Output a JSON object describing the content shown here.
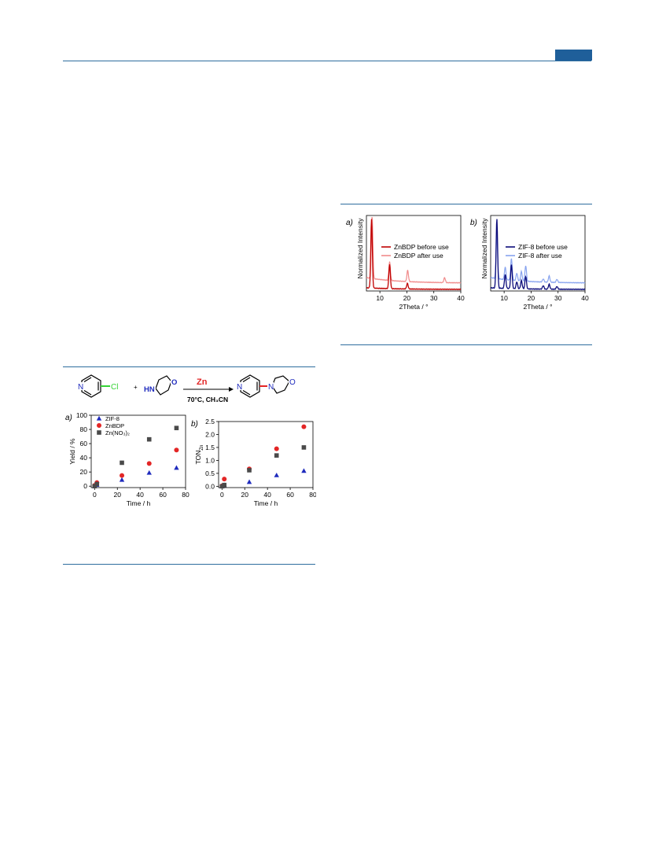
{
  "colors": {
    "accent": "#1f5f9a",
    "rule": "#2e6d9e",
    "red": "#e32626",
    "blue": "#1f2bbd",
    "gray": "#4a4a4a",
    "lightred": "#f08a8a",
    "lightblue": "#88a4ef",
    "darkred": "#c00000",
    "darkblue": "#0b0b7a",
    "green": "#35d335"
  },
  "scheme": {
    "reactant1_N": "N",
    "reactant1_Cl": "Cl",
    "plus": "+",
    "reactant2_HN": "HN",
    "reactant2_O": "O",
    "catalyst": "Zn",
    "conditions": "70°C, CH₃CN",
    "product_N1": "N",
    "product_N2": "N",
    "product_O": "O"
  },
  "chart_data": [
    {
      "panel": "a)",
      "type": "scatter",
      "xlabel": "Time / h",
      "ylabel": "Yield / %",
      "xlim": [
        -3,
        80
      ],
      "ylim": [
        -2,
        100
      ],
      "xticks": [
        "0",
        "20",
        "40",
        "60",
        "80"
      ],
      "yticks": [
        "0",
        "20",
        "40",
        "60",
        "80",
        "100"
      ],
      "legend_position": "top-left",
      "series": [
        {
          "name": "ZIF-8",
          "marker": "triangle",
          "color": "#1f2bbd",
          "x": [
            0,
            2,
            24,
            48,
            72
          ],
          "y": [
            0,
            2,
            9,
            19,
            26
          ]
        },
        {
          "name": "ZnBDP",
          "marker": "circle",
          "color": "#e32626",
          "x": [
            0,
            2,
            24,
            48,
            72
          ],
          "y": [
            1,
            5,
            15,
            32,
            51
          ]
        },
        {
          "name": "Zn(NO₃)₂",
          "marker": "square",
          "color": "#4a4a4a",
          "x": [
            0,
            2,
            24,
            48,
            72
          ],
          "y": [
            0,
            3,
            33,
            66,
            82
          ]
        }
      ]
    },
    {
      "panel": "b)",
      "type": "scatter",
      "xlabel": "Time / h",
      "ylabel": "TON",
      "ylabel_sub": "Zn",
      "xlim": [
        -3,
        80
      ],
      "ylim": [
        -0.05,
        2.5
      ],
      "xticks": [
        "0",
        "20",
        "40",
        "60",
        "80"
      ],
      "yticks": [
        "0.0",
        "0.5",
        "1.0",
        "1.5",
        "2.0",
        "2.5"
      ],
      "series": [
        {
          "marker": "triangle",
          "color": "#1f2bbd",
          "x": [
            0,
            2,
            24,
            48,
            72
          ],
          "y": [
            0.0,
            0.05,
            0.17,
            0.43,
            0.6
          ]
        },
        {
          "marker": "circle",
          "color": "#e32626",
          "x": [
            0,
            2,
            24,
            48,
            72
          ],
          "y": [
            0.02,
            0.28,
            0.67,
            1.45,
            2.3
          ]
        },
        {
          "marker": "square",
          "color": "#4a4a4a",
          "x": [
            0,
            2,
            24,
            48,
            72
          ],
          "y": [
            0.0,
            0.05,
            0.62,
            1.19,
            1.5
          ]
        }
      ]
    },
    {
      "panel": "a)",
      "type": "line",
      "xlabel": "2Theta / °",
      "ylabel": "Normalized Intensity",
      "xlim": [
        5,
        40
      ],
      "xticks": [
        "10",
        "20",
        "30",
        "40"
      ],
      "legend_position": "top-right",
      "series": [
        {
          "name": "ZnBDP before use",
          "color": "#c00000",
          "peaks": [
            {
              "x": 6.9,
              "y": 1.0
            },
            {
              "x": 13.6,
              "y": 0.35
            },
            {
              "x": 20.2,
              "y": 0.08
            }
          ]
        },
        {
          "name": "ZnBDP after use",
          "color": "#f08a8a",
          "peaks": [
            {
              "x": 7.1,
              "y": 1.0
            },
            {
              "x": 13.6,
              "y": 0.3
            },
            {
              "x": 20.3,
              "y": 0.18
            },
            {
              "x": 34.0,
              "y": 0.08
            }
          ]
        }
      ]
    },
    {
      "panel": "b)",
      "type": "line",
      "xlabel": "2Theta / °",
      "ylabel": "Normalized Intensity",
      "xlim": [
        5,
        40
      ],
      "xticks": [
        "10",
        "20",
        "30",
        "40"
      ],
      "legend_position": "top-right",
      "series": [
        {
          "name": "ZIF-8 before use",
          "color": "#0b0b7a",
          "peaks": [
            {
              "x": 7.3,
              "y": 1.0
            },
            {
              "x": 10.4,
              "y": 0.2
            },
            {
              "x": 12.7,
              "y": 0.35
            },
            {
              "x": 14.7,
              "y": 0.1
            },
            {
              "x": 16.4,
              "y": 0.12
            },
            {
              "x": 18.0,
              "y": 0.18
            },
            {
              "x": 24.5,
              "y": 0.05
            },
            {
              "x": 26.7,
              "y": 0.07
            },
            {
              "x": 29.6,
              "y": 0.04
            }
          ]
        },
        {
          "name": "ZIF-8 after use",
          "color": "#88a4ef",
          "peaks": [
            {
              "x": 7.3,
              "y": 0.7
            },
            {
              "x": 10.4,
              "y": 0.2
            },
            {
              "x": 12.7,
              "y": 0.35
            },
            {
              "x": 14.7,
              "y": 0.12
            },
            {
              "x": 16.4,
              "y": 0.15
            },
            {
              "x": 18.0,
              "y": 0.25
            },
            {
              "x": 24.5,
              "y": 0.05
            },
            {
              "x": 26.7,
              "y": 0.1
            },
            {
              "x": 29.6,
              "y": 0.05
            }
          ]
        }
      ]
    }
  ]
}
